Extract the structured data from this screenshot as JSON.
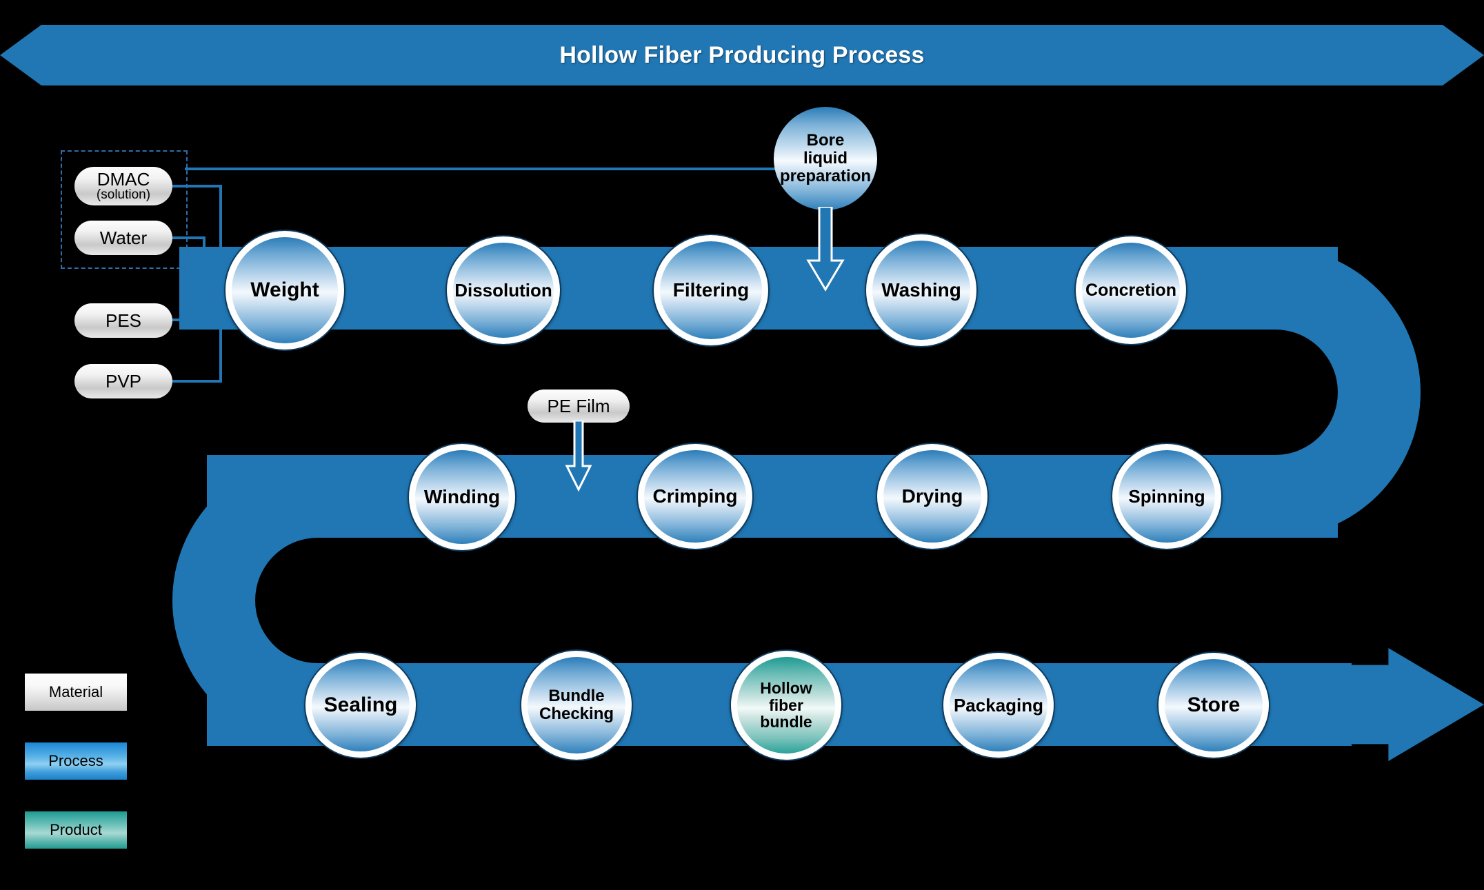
{
  "title": {
    "text": "Hollow Fiber Producing Process"
  },
  "materials": [
    {
      "id": "dmac",
      "name": "DMAC",
      "sub": "(solution)"
    },
    {
      "id": "water",
      "name": "Water",
      "sub": ""
    },
    {
      "id": "pes",
      "name": "PES",
      "sub": ""
    },
    {
      "id": "pvp",
      "name": "PVP",
      "sub": ""
    },
    {
      "id": "pefilm",
      "name": "PE Film",
      "sub": ""
    }
  ],
  "nodes": {
    "bore": {
      "label": "Bore\nliquid\npreparation",
      "line1": "Bore",
      "line2": "liquid",
      "line3": "preparation",
      "type": "process"
    },
    "weight": {
      "label": "Weight",
      "type": "process"
    },
    "dissolution": {
      "label": "Dissolution",
      "type": "process"
    },
    "filtering": {
      "label": "Filtering",
      "type": "process"
    },
    "washing": {
      "label": "Washing",
      "type": "process"
    },
    "concretion": {
      "label": "Concretion",
      "type": "process"
    },
    "spinning": {
      "label": "Spinning",
      "type": "process"
    },
    "drying": {
      "label": "Drying",
      "type": "process"
    },
    "crimping": {
      "label": "Crimping",
      "type": "process"
    },
    "winding": {
      "label": "Winding",
      "type": "process"
    },
    "sealing": {
      "label": "Sealing",
      "type": "process"
    },
    "bundle_checking": {
      "line1": "Bundle",
      "line2": "Checking",
      "type": "process"
    },
    "hollow_fiber_bundle": {
      "line1": "Hollow",
      "line2": "fiber",
      "line3": "bundle",
      "type": "product"
    },
    "packaging": {
      "label": "Packaging",
      "type": "process"
    },
    "store": {
      "label": "Store",
      "type": "process"
    }
  },
  "legend": [
    {
      "key": "material",
      "label": "Material"
    },
    {
      "key": "process",
      "label": "Process"
    },
    {
      "key": "product",
      "label": "Product"
    }
  ],
  "colors": {
    "belt": "#2077b4",
    "banner": "#2077b4",
    "connector": "#2077b4",
    "dashed_border": "#2f6ea8",
    "process_accent": "#2b7cb8",
    "product_accent": "#1f9a92",
    "background": "#000000",
    "title_text": "#ffffff"
  }
}
